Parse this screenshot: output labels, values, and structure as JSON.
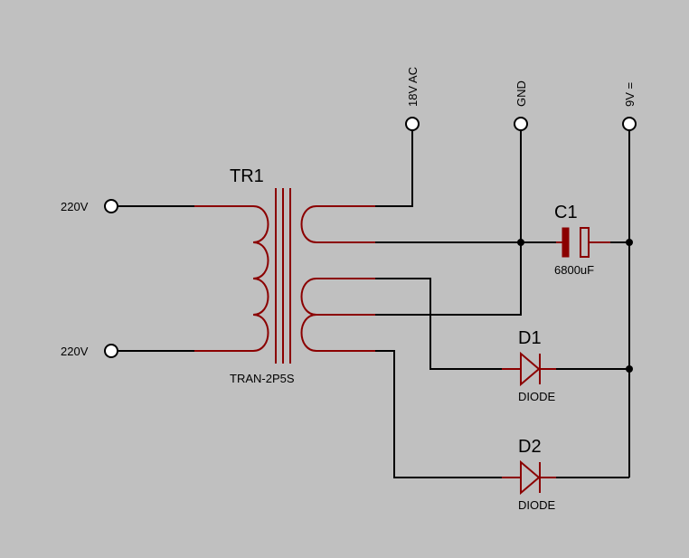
{
  "colors": {
    "background": "#c0c0c0",
    "wire": "#000000",
    "component": "#8b0000",
    "terminal_fill": "#ffffff"
  },
  "terminals": {
    "in_top": "220V",
    "in_bottom": "220V",
    "ac_out": "18V AC",
    "gnd": "GND",
    "dc_out": "9V ="
  },
  "transformer": {
    "ref": "TR1",
    "value": "TRAN-2P5S"
  },
  "capacitor": {
    "ref": "C1",
    "value": "6800uF"
  },
  "diode1": {
    "ref": "D1",
    "value": "DIODE"
  },
  "diode2": {
    "ref": "D2",
    "value": "DIODE"
  }
}
